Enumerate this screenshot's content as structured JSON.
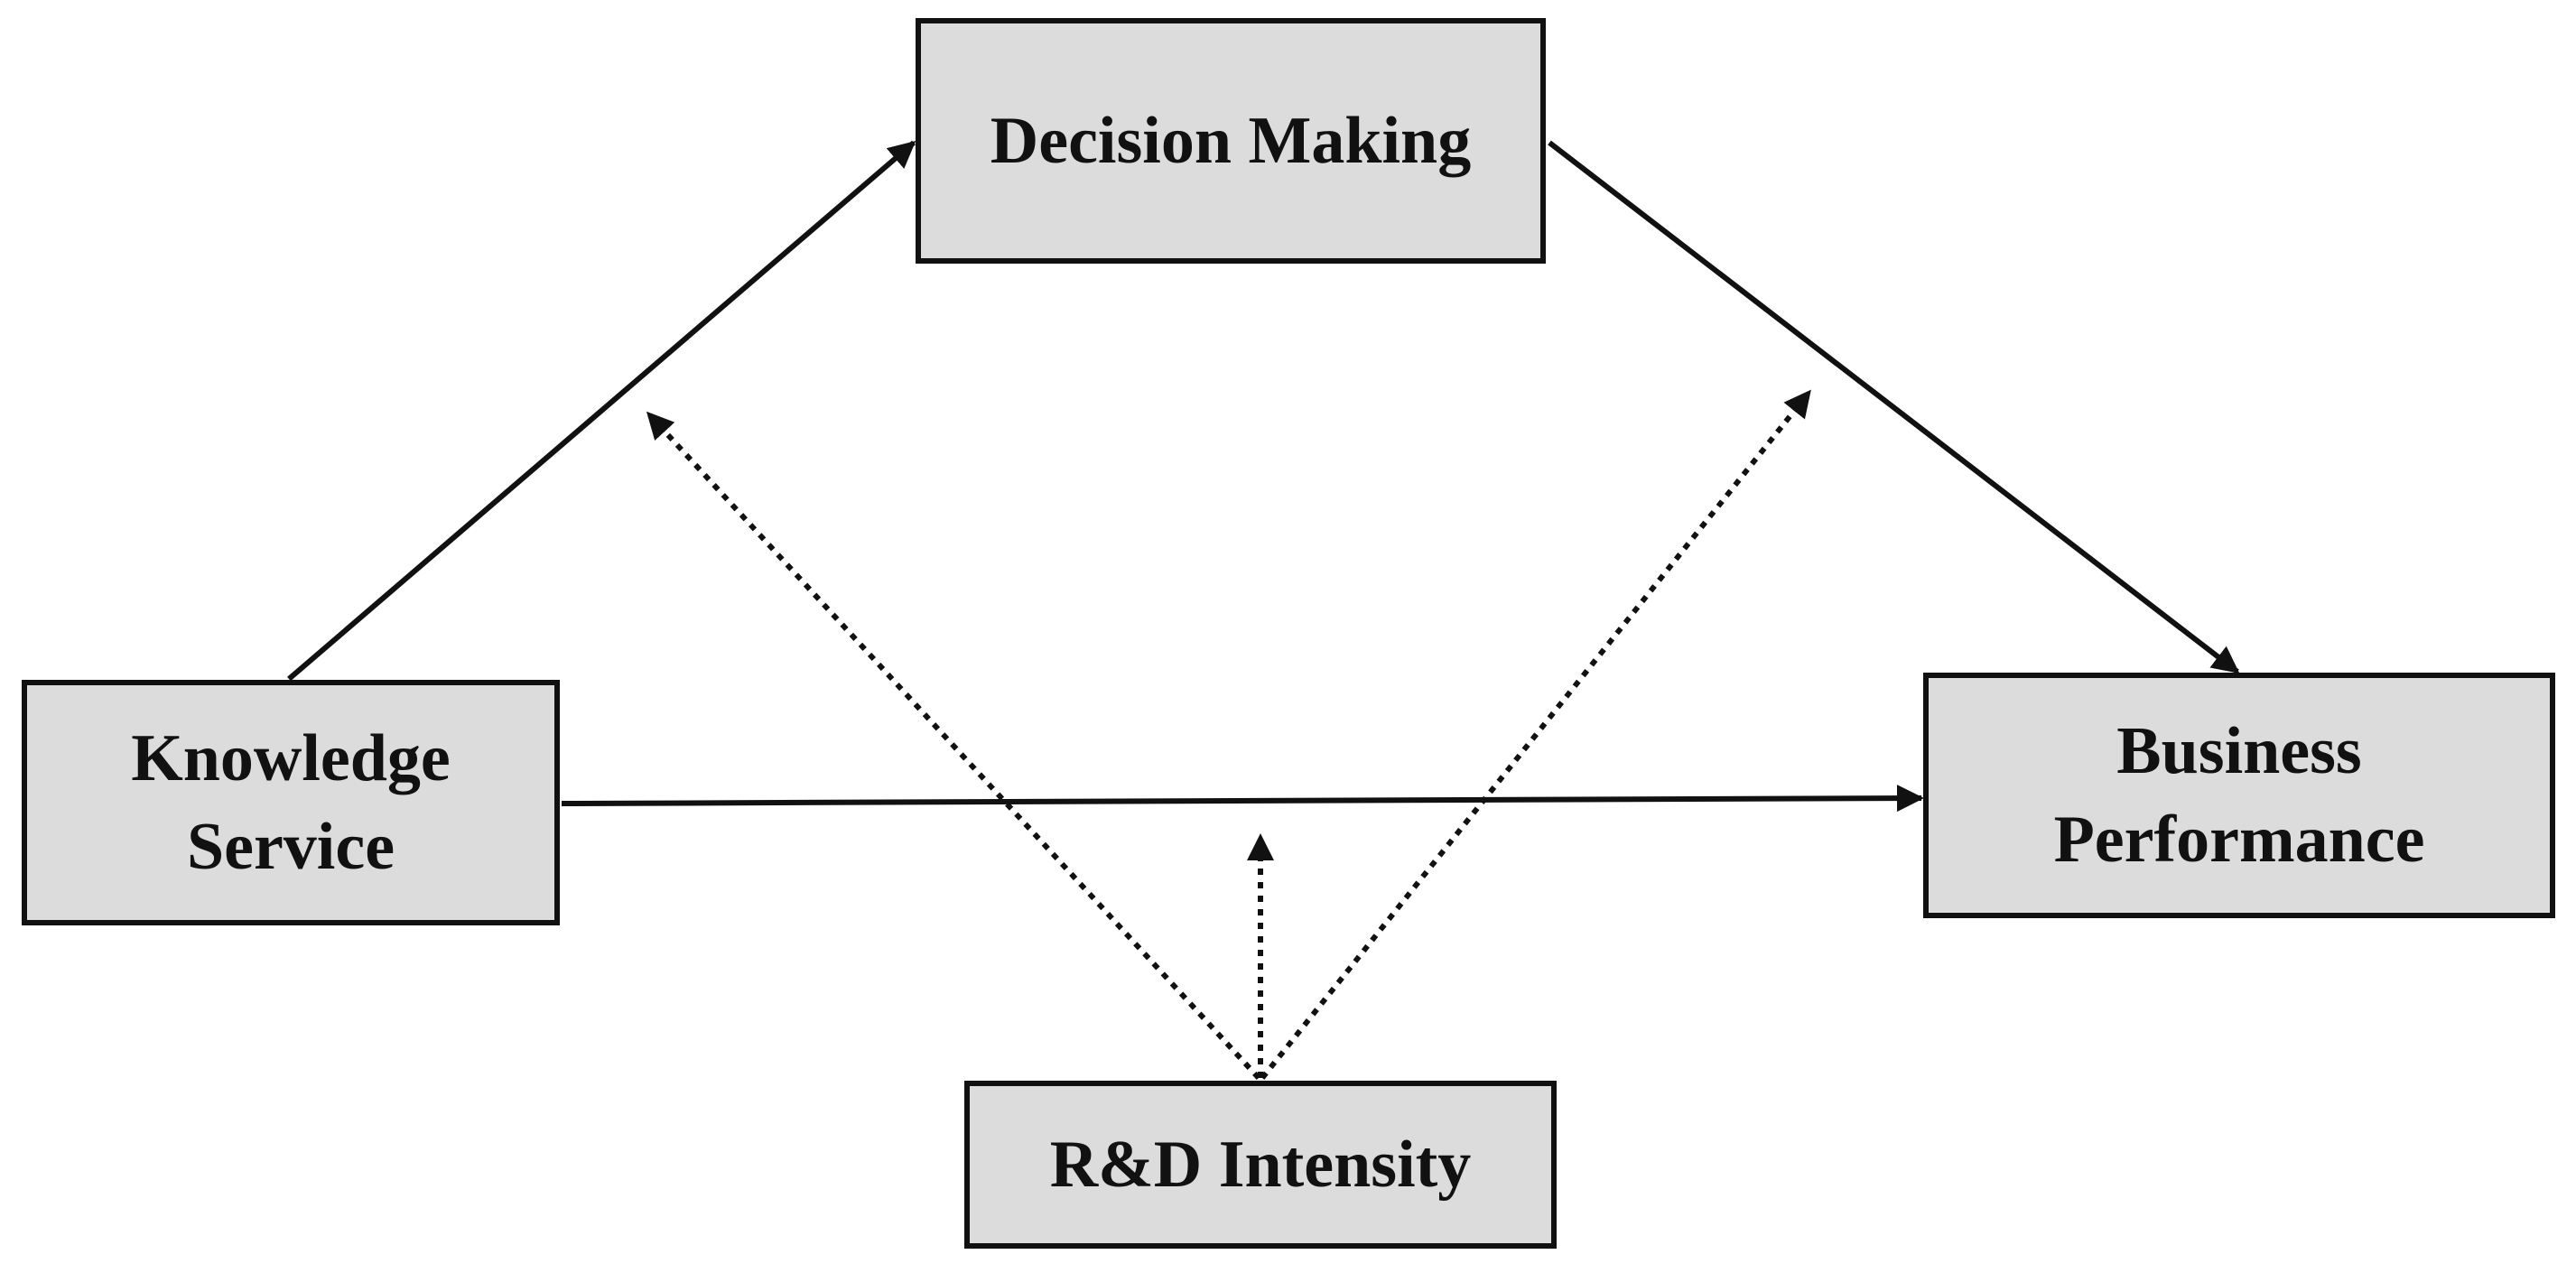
{
  "nodes": {
    "decision_making": {
      "label": "Decision Making"
    },
    "knowledge_service": {
      "label": "Knowledge\nService"
    },
    "business_performance": {
      "label": "Business\nPerformance"
    },
    "rd_intensity": {
      "label": "R&D Intensity"
    }
  },
  "edges": [
    {
      "from": "knowledge_service",
      "to": "decision_making",
      "style": "solid"
    },
    {
      "from": "decision_making",
      "to": "business_performance",
      "style": "solid"
    },
    {
      "from": "knowledge_service",
      "to": "business_performance",
      "style": "solid"
    },
    {
      "from": "rd_intensity",
      "to": "knowledge_service→decision_making",
      "style": "dotted"
    },
    {
      "from": "rd_intensity",
      "to": "knowledge_service→business_performance",
      "style": "dotted"
    },
    {
      "from": "rd_intensity",
      "to": "decision_making→business_performance",
      "style": "dotted"
    }
  ],
  "colors": {
    "box_fill": "#dcdcdc",
    "stroke": "#111111",
    "background": "#ffffff"
  }
}
